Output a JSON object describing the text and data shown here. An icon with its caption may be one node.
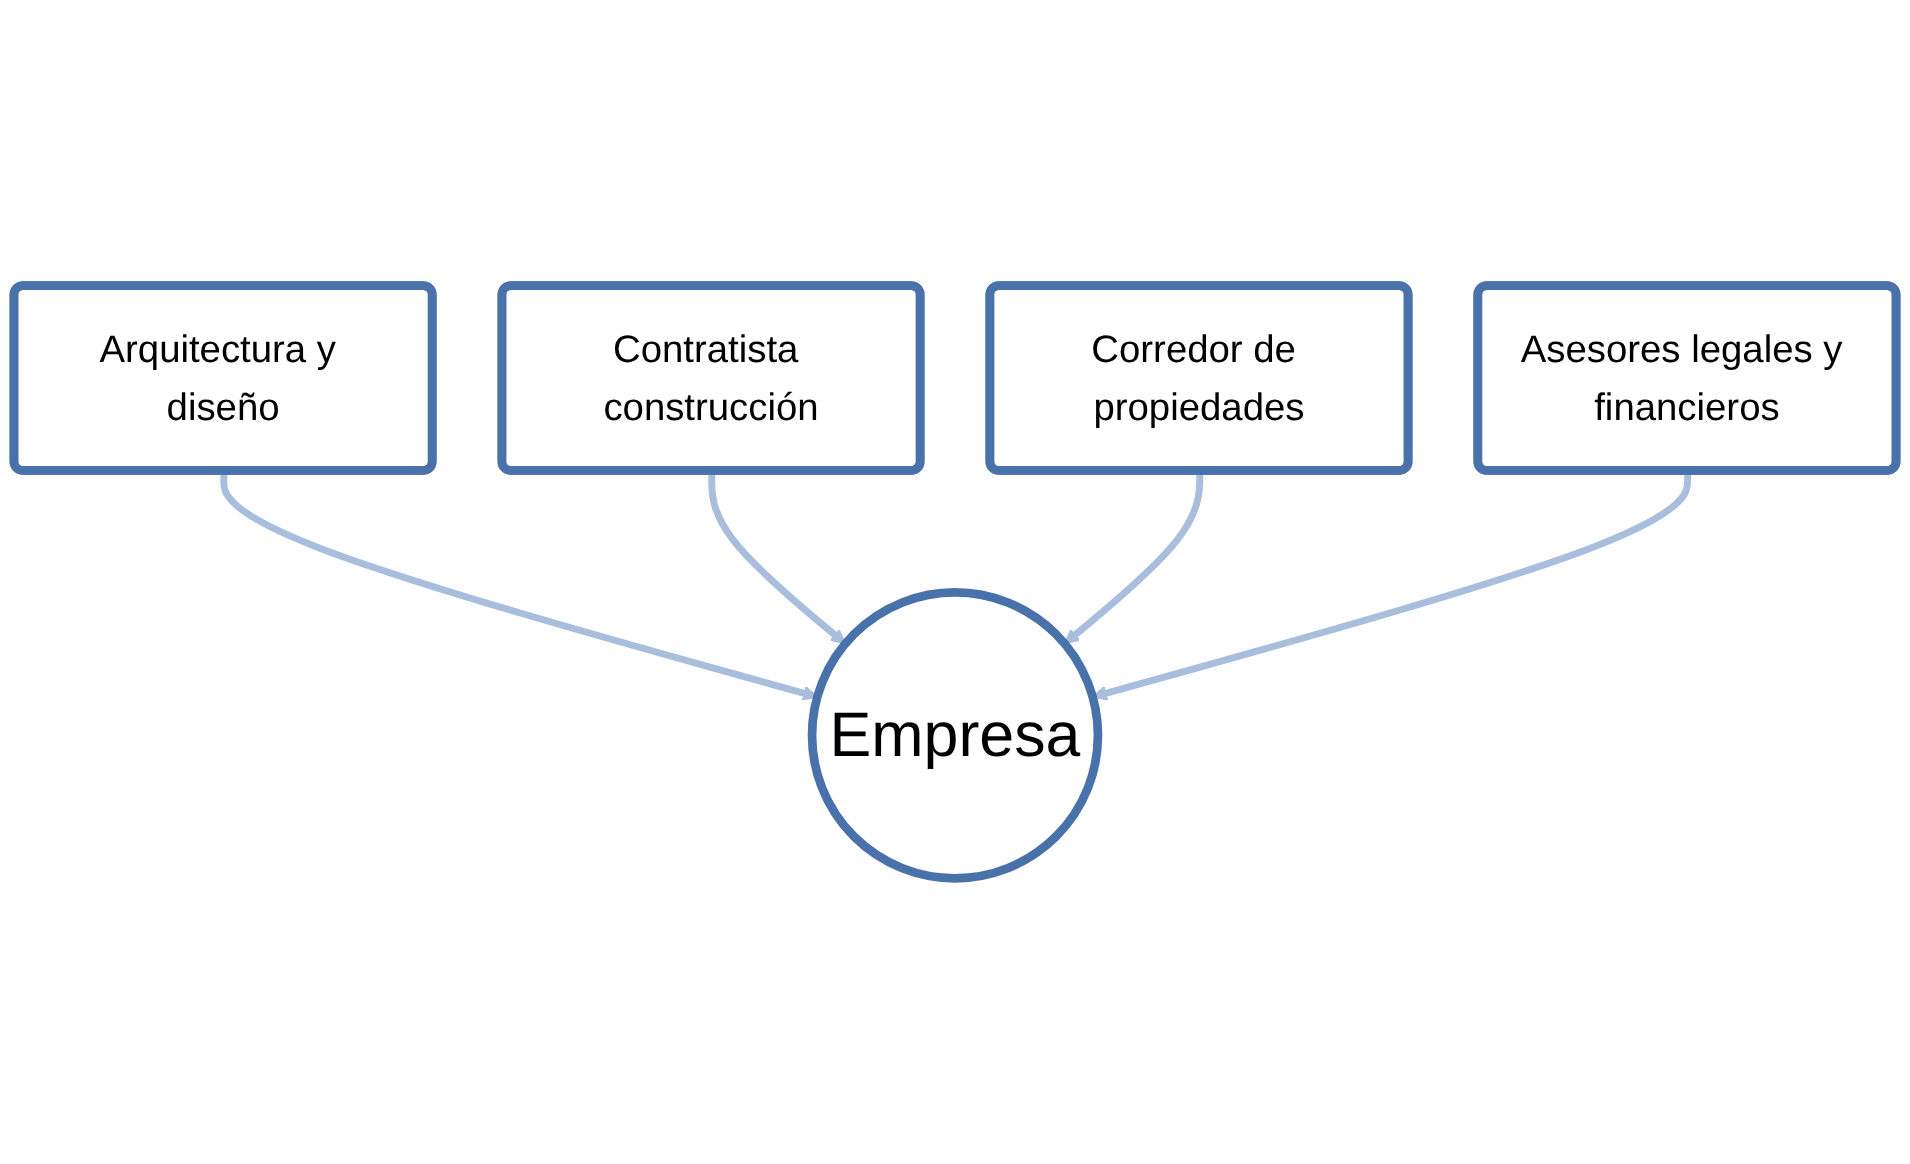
{
  "diagram": {
    "nodes": [
      {
        "text": [
          "Arquitectura y diseño"
        ]
      },
      {
        "text": [
          "Contratista construcción"
        ]
      },
      {
        "text": [
          "Corredor de propiedades"
        ]
      },
      {
        "text": [
          "Asesores legales y financieros"
        ]
      },
      {
        "text": [
          "Empresa"
        ]
      }
    ],
    "edges": [
      {
        "from": 0,
        "to": 4,
        "arrow": "to"
      },
      {
        "from": 1,
        "to": 4,
        "arrow": "to"
      },
      {
        "from": 2,
        "to": 4,
        "arrow": "to"
      },
      {
        "from": 3,
        "to": 4,
        "arrow": "to"
      }
    ]
  }
}
